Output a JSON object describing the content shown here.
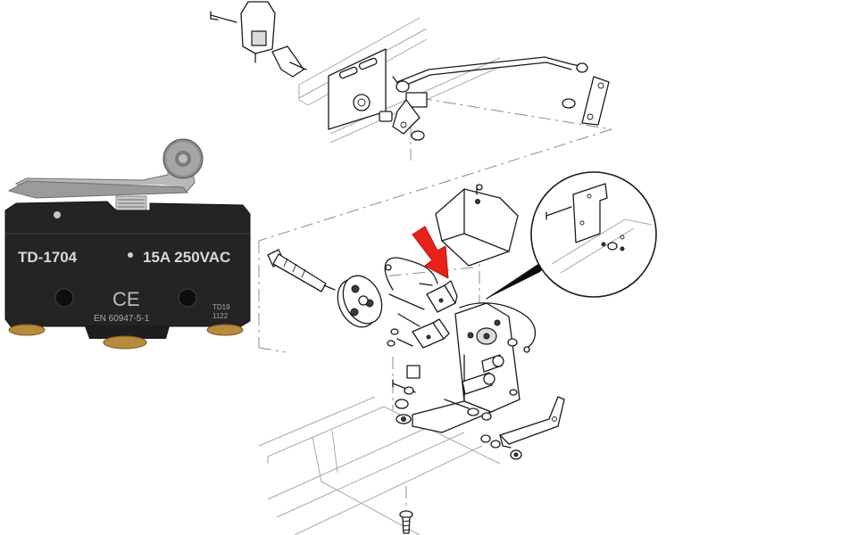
{
  "switch_photo": {
    "model": "TD-1704",
    "rating": "15A 250VAC",
    "certification_mark": "CE",
    "standard": "EN 60947-5-1",
    "code_line1": "TD19",
    "code_line2": "1122"
  },
  "callout": {
    "arrow_color": "#e8221b"
  },
  "colors": {
    "switch_body": "#222222",
    "terminal_brass": "#b88a3c",
    "lever_steel": "#b9b9b9"
  }
}
